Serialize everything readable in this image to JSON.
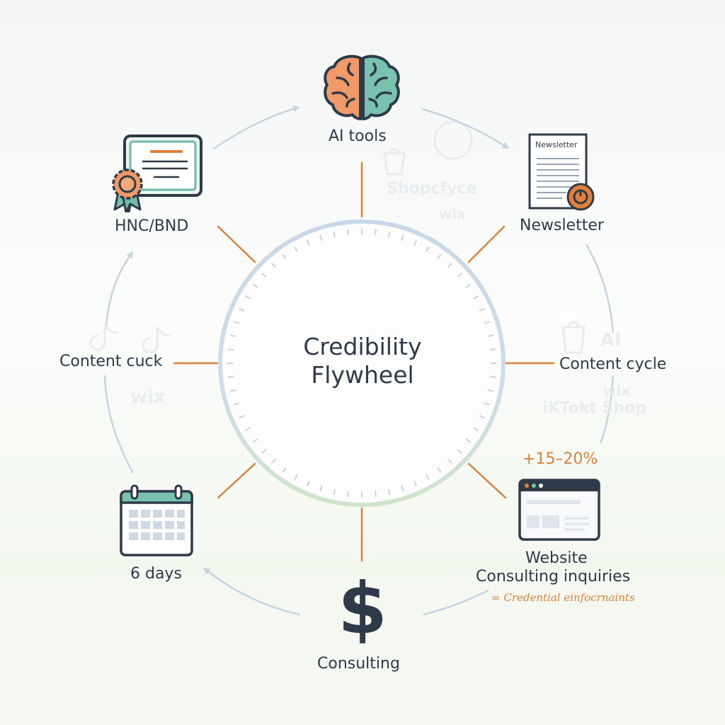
{
  "colors": {
    "accent": "#e0813b",
    "ink": "#2f3a48",
    "teal": "#6fb9a9",
    "ring_blue": "#c7d7e6",
    "ring_green": "#cfe5c9",
    "arrow": "#c5d5e0"
  },
  "center": {
    "title_line1": "Credibility",
    "title_line2": "Flywheel"
  },
  "nodes": [
    {
      "id": "ai-tools",
      "label": "AI tools",
      "icon": "brain-icon"
    },
    {
      "id": "newsletter",
      "label": "Newsletter",
      "icon": "newsletter-document-icon",
      "icon_text": "Newsletter"
    },
    {
      "id": "content-cycle",
      "label": "Content cycle",
      "icon": "none"
    },
    {
      "id": "website",
      "label": "Website",
      "sublabel": "Consulting inquiries",
      "badge": "+15–20%",
      "note": "= Credential einfocrnaints",
      "icon": "browser-window-icon"
    },
    {
      "id": "consulting",
      "label": "Consulting",
      "icon": "dollar-icon"
    },
    {
      "id": "six-days",
      "label": "6 days",
      "icon": "calendar-icon"
    },
    {
      "id": "content-cuck",
      "label": "Content cuck",
      "icon": "none"
    },
    {
      "id": "hnc-bnd",
      "label": "HNC/BND",
      "icon": "certificate-icon"
    }
  ],
  "watermarks": {
    "shopify": "Shopcfyce",
    "wix": "wix",
    "ai": "AI",
    "tiktok": "iKTokt Shop"
  }
}
